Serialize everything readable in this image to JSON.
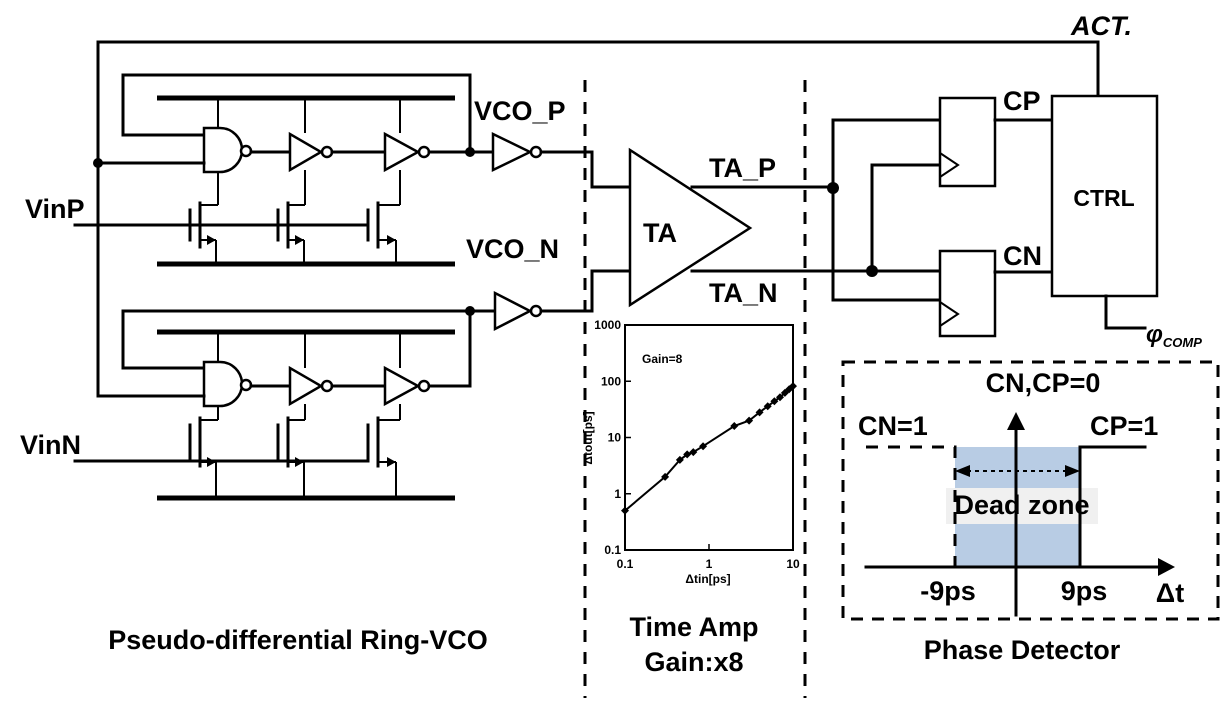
{
  "labels": {
    "vinp": "VinP",
    "vinn": "VinN",
    "vco_p": "VCO_P",
    "vco_n": "VCO_N",
    "ta": "TA",
    "ta_p": "TA_P",
    "ta_n": "TA_N",
    "cp": "CP",
    "cn": "CN",
    "ctrl": "CTRL",
    "act": "ACT.",
    "phi": "φ",
    "phi_sub": "COMP"
  },
  "captions": {
    "vco": "Pseudo-differential Ring-VCO",
    "ta_line1": "Time Amp",
    "ta_line2": "Gain:x8",
    "pd": "Phase Detector"
  },
  "pd_plot": {
    "cn_cp_zero": "CN,CP=0",
    "cn_one": "CN=1",
    "cp_one": "CP=1",
    "dead_zone": "Dead zone",
    "neg": "-9ps",
    "pos": "9ps",
    "axis": "Δt",
    "dead_zone_color": "#b8cce4"
  },
  "chart_data": {
    "type": "scatter",
    "title": "Gain=8",
    "xlabel": "Δtin[ps]",
    "ylabel": "Δtout[ps]",
    "xscale": "log",
    "yscale": "log",
    "xlim": [
      0.1,
      10
    ],
    "ylim": [
      0.1,
      1000
    ],
    "xticks": [
      "0.1",
      "1",
      "10"
    ],
    "yticks": [
      "0.1",
      "1",
      "10",
      "100",
      "1000"
    ],
    "series": [
      {
        "x": [
          0.1,
          0.3,
          0.45,
          0.55,
          0.65,
          0.85,
          2.0,
          3.0,
          4.0,
          5.0,
          6.0,
          7.0,
          8.0,
          9.0,
          10.0
        ],
        "y": [
          0.5,
          2.0,
          4.0,
          5.0,
          5.5,
          7.0,
          16.0,
          20.0,
          28.0,
          36.0,
          44.0,
          52.0,
          62.0,
          72.0,
          82.0
        ]
      }
    ]
  }
}
